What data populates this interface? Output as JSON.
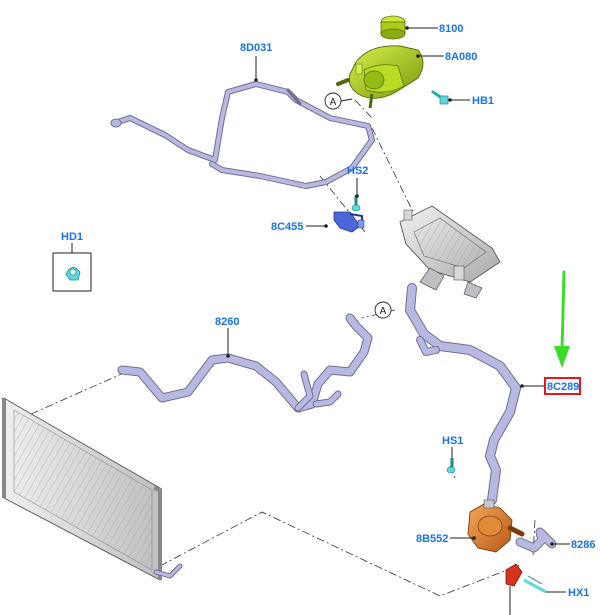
{
  "labels": {
    "p8100": "8100",
    "p8A080": "8A080",
    "pHB1": "HB1",
    "p8D031": "8D031",
    "pHS2": "HS2",
    "p8C455": "8C455",
    "pHD1": "HD1",
    "p8260": "8260",
    "p8C289": "8C289",
    "pHS1": "HS1",
    "p8B552": "8B552",
    "p8286": "8286",
    "pHX1": "HX1",
    "calloutA": "A"
  },
  "colors": {
    "label": "#1a73e8",
    "selection_box": "#e8141e",
    "pointer_arrow": "#3ddc2a",
    "hose": "#b7b9e2",
    "reservoir": "#a8cc1a",
    "pump": "#e8872a",
    "valve": "#d8321e",
    "clip": "#3ec8c8",
    "bracket": "#4a66d8",
    "radiator": "#d8d8da"
  },
  "selected_part": "8C289",
  "icons": [
    "green-arrow-icon",
    "callout-a-icon"
  ]
}
